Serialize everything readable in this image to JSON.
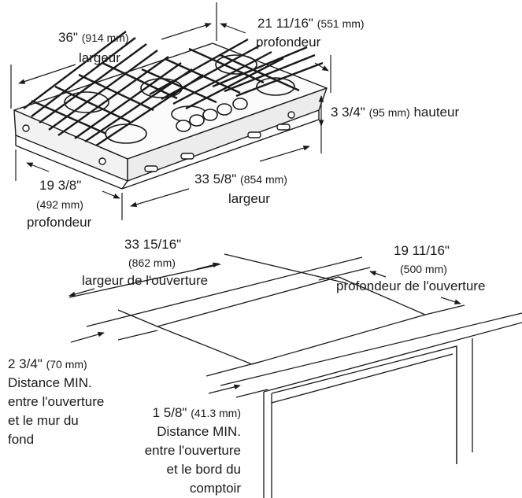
{
  "cooktop": {
    "width": {
      "value": "36\"",
      "metric": "(914 mm)",
      "word": "largeur"
    },
    "depth": {
      "value": "21 11/16\"",
      "metric": "(551 mm)",
      "word": "profondeur"
    },
    "height": {
      "value": "3 3/4\"",
      "metric": "(95 mm)",
      "word": "hauteur"
    },
    "base_depth": {
      "value": "19 3/8\"",
      "metric": "(492 mm)",
      "word": "profondeur"
    },
    "base_width": {
      "value": "33 5/8\"",
      "metric": "(854 mm)",
      "word": "largeur"
    }
  },
  "cutout": {
    "width": {
      "value": "33 15/16\"",
      "metric": "(862 mm)",
      "word": "largeur de l'ouverture"
    },
    "depth": {
      "value": "19 11/16\"",
      "metric": "(500 mm)",
      "word": "profondeur de l'ouverture"
    },
    "rear_clearance": {
      "value": "2 3/4\"",
      "metric": "(70 mm)",
      "line1": "Distance MIN.",
      "line2": "entre l'ouverture",
      "line3": "et le mur du",
      "line4": "fond"
    },
    "front_clearance": {
      "value": "1 5/8\"",
      "metric": "(41.3 mm)",
      "line1": "Distance MIN.",
      "line2": "entre l'ouverture",
      "line3": "et le bord du",
      "line4": "comptoir"
    }
  }
}
